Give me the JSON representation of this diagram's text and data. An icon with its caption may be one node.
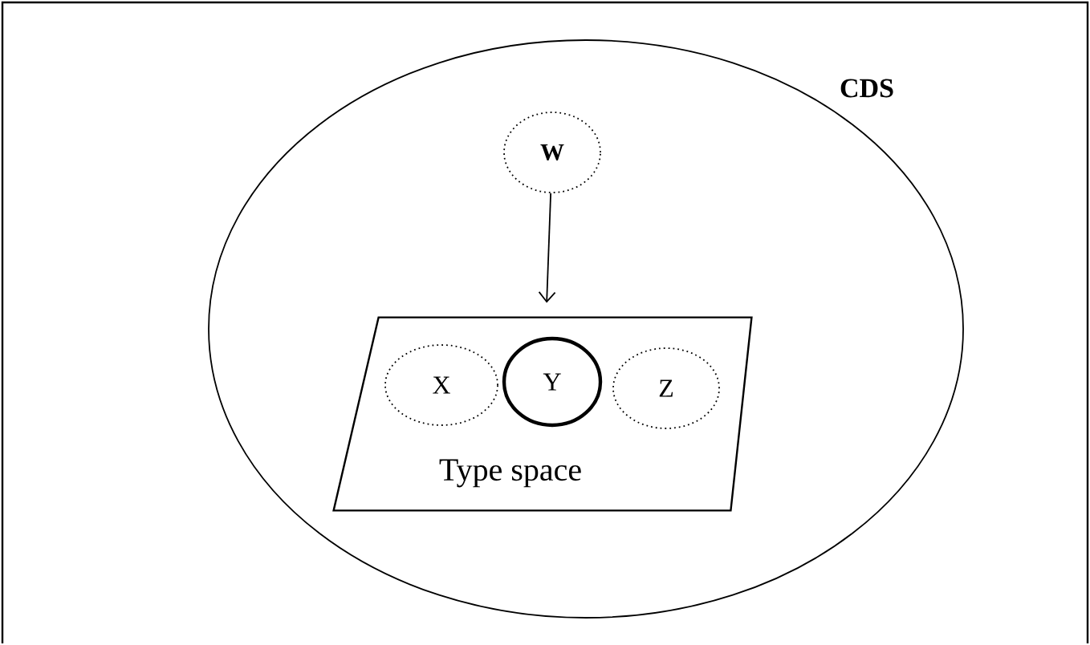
{
  "diagram": {
    "nodes": [
      {
        "text": [
          "CDS"
        ]
      },
      {
        "text": [
          "W"
        ],
        "in": 0
      },
      {
        "text": [
          "Type space"
        ],
        "in": 0
      },
      {
        "text": [
          "X"
        ],
        "in": 2
      },
      {
        "text": [
          "Y"
        ],
        "in": 2
      },
      {
        "text": [
          "Z"
        ],
        "in": 2
      }
    ],
    "edges": [
      {
        "from": 1,
        "to": 2,
        "arrow": "to"
      }
    ]
  }
}
